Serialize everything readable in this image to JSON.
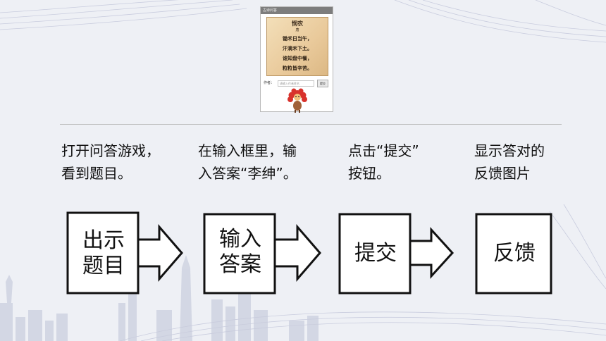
{
  "screenshot": {
    "title_bar": "古诗问答",
    "poem": {
      "title": "悯农",
      "author_line": "唐",
      "lines": [
        "锄禾日当午，",
        "汗滴禾下土。",
        "谁知盘中餐，",
        "粒粒皆辛苦。"
      ]
    },
    "author_label": "作者：",
    "author_placeholder": "请输入作者姓名",
    "submit_label": "提交"
  },
  "steps": [
    {
      "text_lines": [
        "打开问答游戏，",
        "看到题目。"
      ]
    },
    {
      "text_lines": [
        "在输入框里，输",
        "入答案“李绅”。"
      ]
    },
    {
      "text_lines": [
        "点击“提交”",
        "按钮。"
      ]
    },
    {
      "text_lines": [
        "显示答对的",
        "反馈图片"
      ]
    }
  ],
  "flow": [
    {
      "label_lines": [
        "出示",
        "题目"
      ]
    },
    {
      "label_lines": [
        "输入",
        "答案"
      ]
    },
    {
      "label_lines": [
        "提交"
      ]
    },
    {
      "label_lines": [
        "反馈"
      ]
    }
  ],
  "colors": {
    "background": "#eef0f5",
    "box_border": "#111111",
    "decor_lines": "#c5c9dc",
    "skyline": "#c9cddd"
  }
}
